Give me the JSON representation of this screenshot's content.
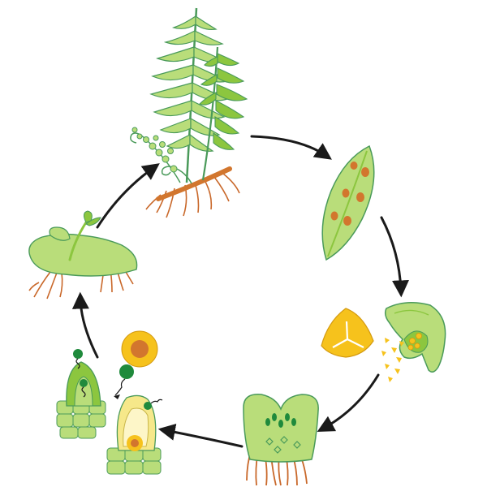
{
  "diagram": {
    "stages": [
      {
        "id": "sporophyte",
        "icon": "fern-sporophyte-icon"
      },
      {
        "id": "frond-with-sori",
        "icon": "frond-sori-icon"
      },
      {
        "id": "sporangium",
        "icon": "sporangium-spores-icon"
      },
      {
        "id": "gametophyte",
        "icon": "heart-gametophyte-icon"
      },
      {
        "id": "sex-organs",
        "icon": "archegonium-antheridium-icon"
      },
      {
        "id": "young-sporophyte",
        "icon": "young-sporophyte-icon"
      }
    ],
    "arrow_count": 6,
    "colors": {
      "leaf_light": "#b9dd7a",
      "leaf_mid": "#8cc63f",
      "outline": "#4a9a5a",
      "rhizome": "#d2762e",
      "sorus": "#d2762e",
      "spore": "#f6c21c",
      "dark_green": "#1f8a3c",
      "arrow": "#1a1a1a"
    }
  }
}
